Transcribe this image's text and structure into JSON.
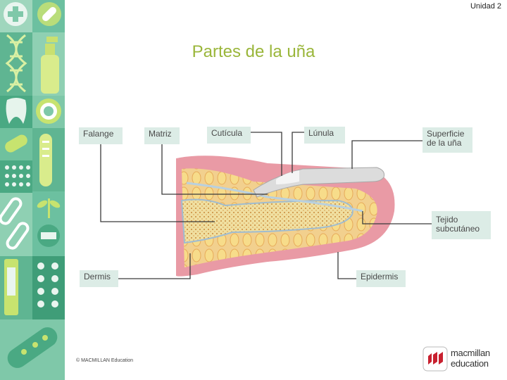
{
  "header": {
    "unit": "Unidad 2"
  },
  "slide": {
    "title": "Partes de la uña"
  },
  "labels": {
    "falange": "Falange",
    "matriz": "Matriz",
    "cuticula": "Cutícula",
    "lunula": "Lúnula",
    "superficie_1": "Superficie",
    "superficie_2": "de la uña",
    "tejido_1": "Tejido",
    "tejido_2": "subcutáneo",
    "dermis": "Dermis",
    "epidermis": "Epidermis"
  },
  "footer": {
    "copyright": "© MACMILLAN Education",
    "logo_line1": "macmillan",
    "logo_line2": "education"
  },
  "colors": {
    "side_band": "#7fc8a9",
    "title": "#9ab63a",
    "label_bg": "#dcece6",
    "logo_red": "#c8202f"
  },
  "icons": [
    "medical-cross-icon",
    "pill-icon",
    "dna-icon",
    "spray-bottle-icon",
    "tooth-icon",
    "virus-icon",
    "bacteria-icon",
    "test-tube-icon",
    "pill-grid-icon",
    "plant-icon",
    "clip-icon",
    "medicine-bottle-icon",
    "tablet-pack-icon"
  ]
}
